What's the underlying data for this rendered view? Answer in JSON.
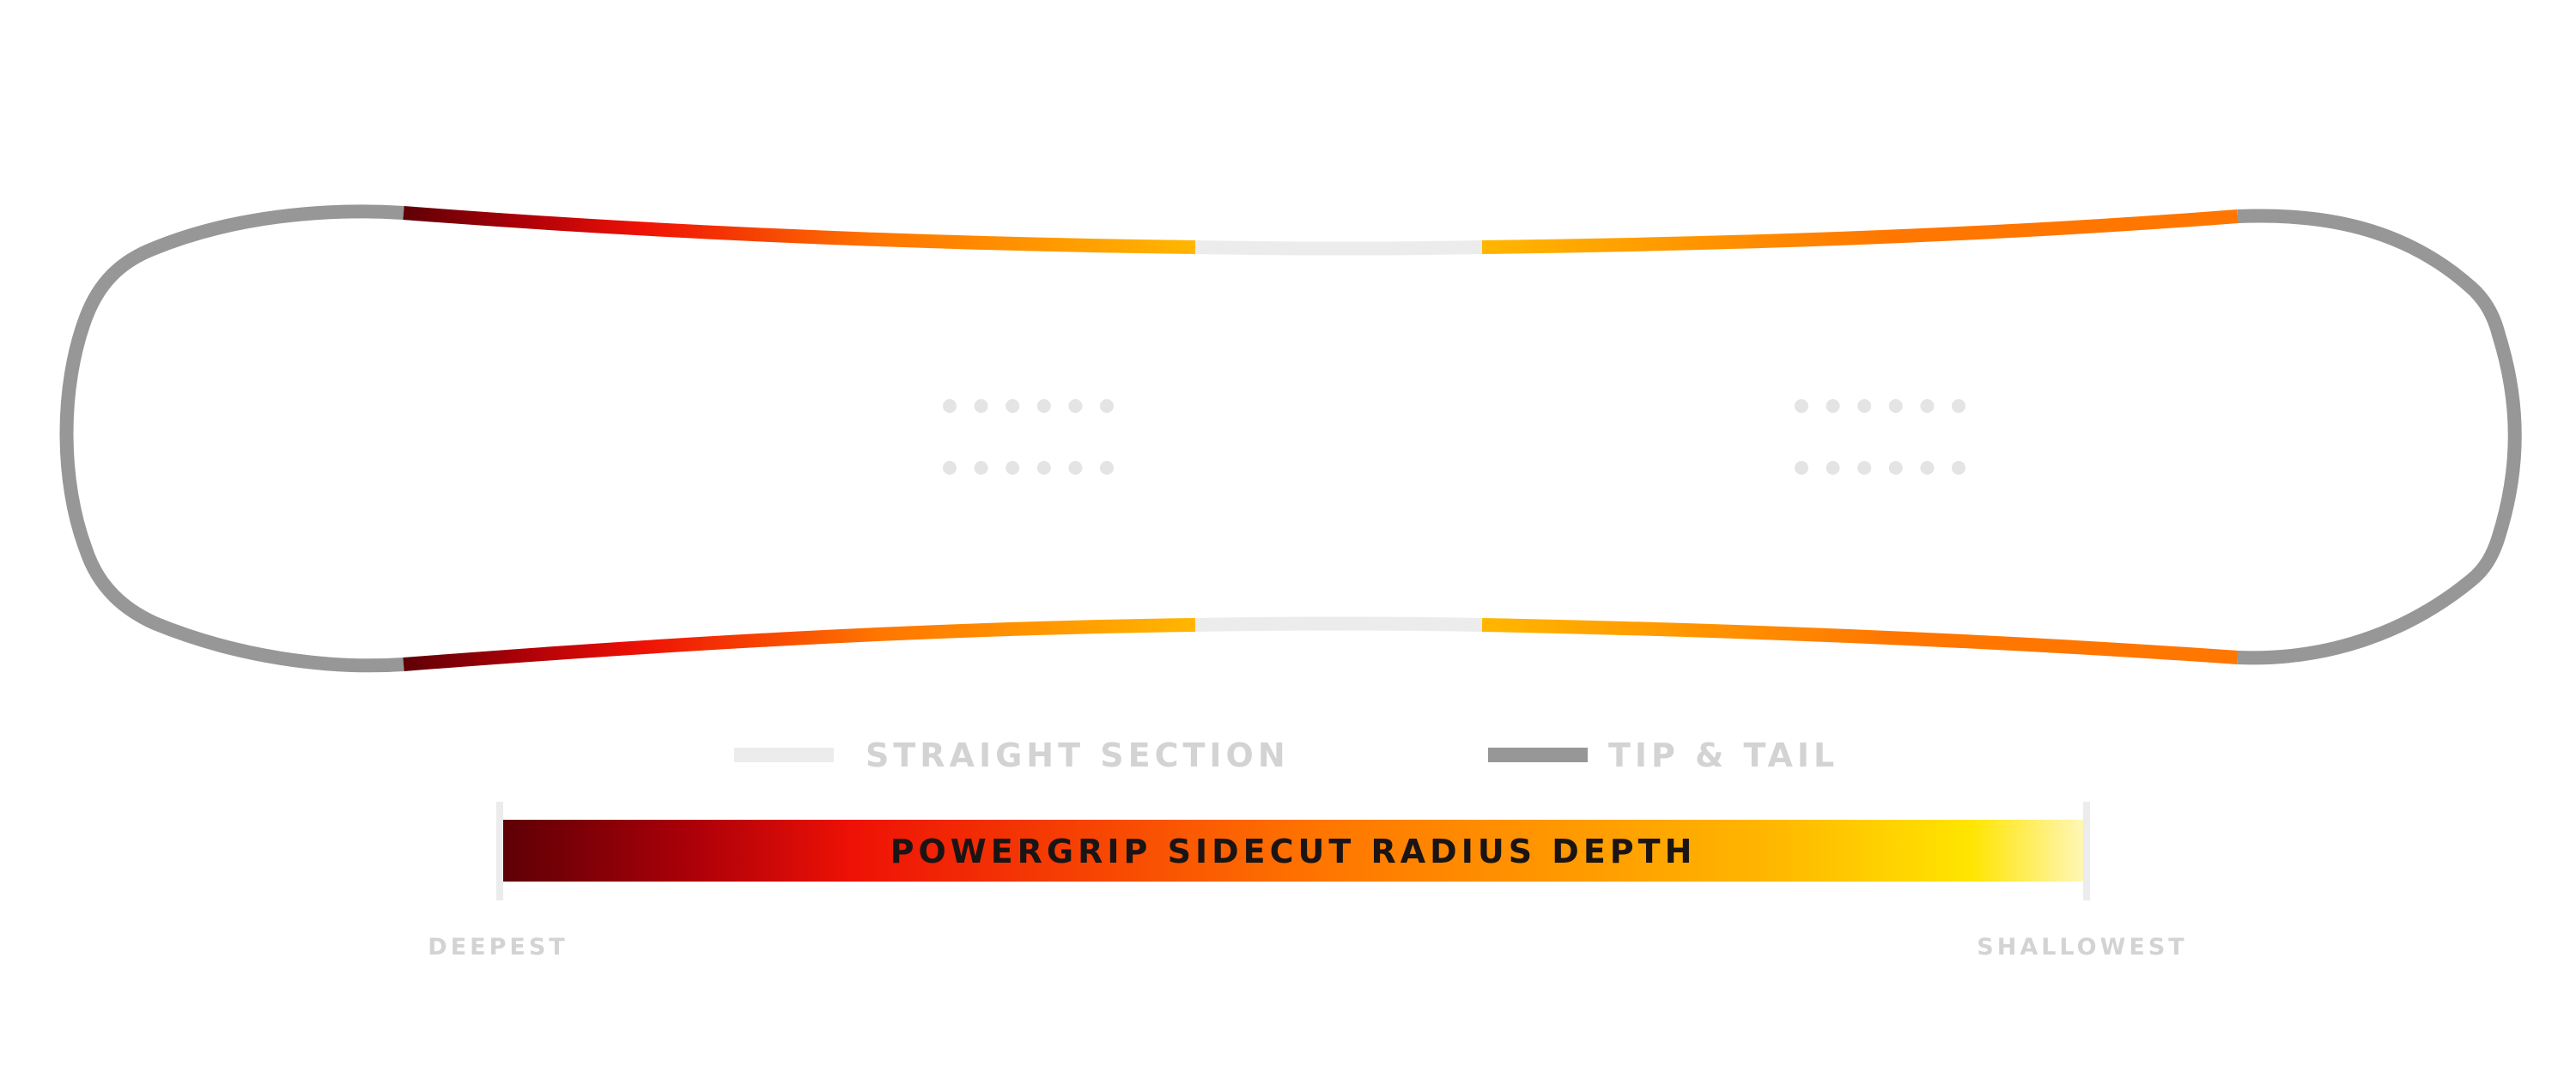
{
  "legend": {
    "straight_section": "STRAIGHT SECTION",
    "tip_tail": "TIP & TAIL"
  },
  "scale": {
    "title": "POWERGRIP SIDECUT RADIUS DEPTH",
    "deepest_label": "DEEPEST",
    "shallowest_label": "SHALLOWEST"
  },
  "colors": {
    "tip_tail": "#979797",
    "straight_section": "#ececec",
    "insert_dots": "#e4e4e4",
    "legend_text": "#d3d3d3",
    "bar_title": "#1a1414",
    "gradient": [
      "#5e0006",
      "#ad0008",
      "#ee1106",
      "#ff7600",
      "#ffb600",
      "#ffe500",
      "#fff6b3"
    ]
  }
}
